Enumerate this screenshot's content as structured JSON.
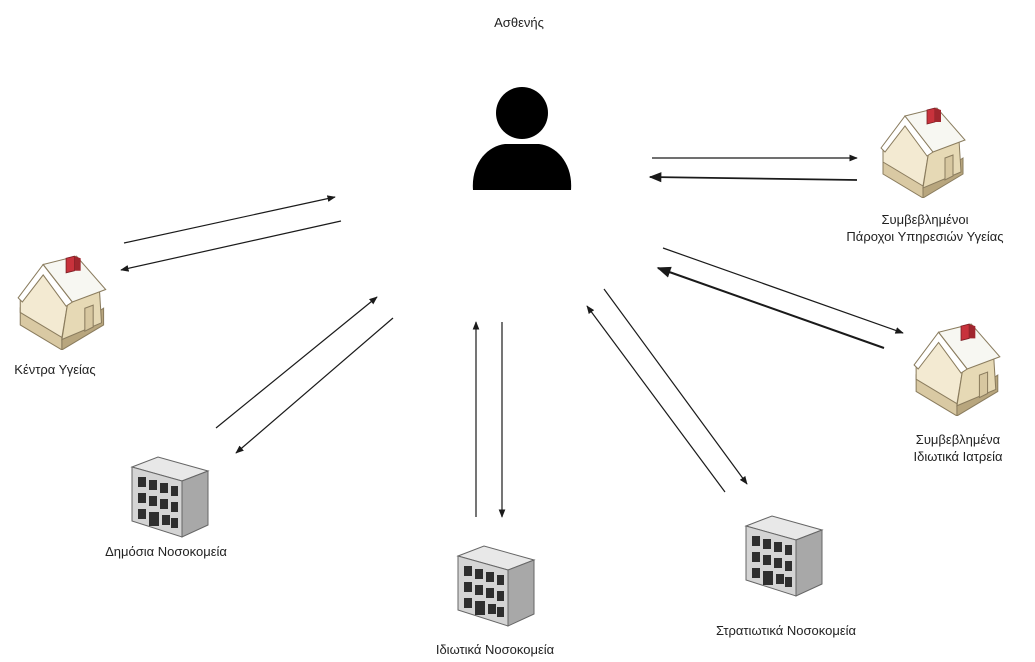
{
  "diagram": {
    "center": {
      "label": "Ασθενής",
      "icon": "person-icon"
    },
    "nodes": [
      {
        "id": "providers",
        "icon": "house-icon",
        "label_lines": [
          "Συμβεβλημένοι",
          "Πάροχοι Υπηρεσιών Υγείας"
        ]
      },
      {
        "id": "health-centers",
        "icon": "house-icon",
        "label_lines": [
          "Κέντρα Υγείας"
        ]
      },
      {
        "id": "private-clinics",
        "icon": "house-icon",
        "label_lines": [
          "Συμβεβλημένα",
          "Ιδιωτικά Ιατρεία"
        ]
      },
      {
        "id": "public-hospitals",
        "icon": "building-icon",
        "label_lines": [
          "Δημόσια Νοσοκομεία"
        ]
      },
      {
        "id": "private-hospitals",
        "icon": "building-icon",
        "label_lines": [
          "Ιδιωτικά Νοσοκομεία"
        ]
      },
      {
        "id": "military-hospitals",
        "icon": "building-icon",
        "label_lines": [
          "Στρατιωτικά Νοσοκομεία"
        ]
      }
    ],
    "colors": {
      "arrow": "#1a1a1a",
      "person": "#000000",
      "house_wall": "#f3ead2",
      "house_roof": "#ffffff",
      "chimney": "#c8323c",
      "building": "#c7c7c7"
    }
  }
}
